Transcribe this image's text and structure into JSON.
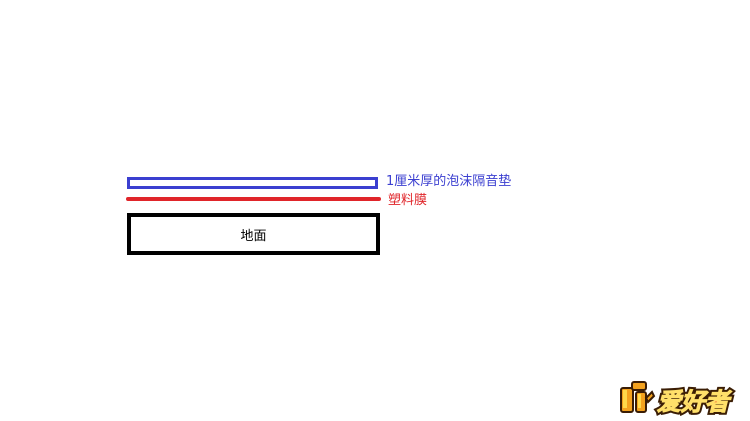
{
  "layers": {
    "foam": {
      "label": "1厘米厚的泡沫隔音垫",
      "color": "#3b3fd0"
    },
    "film": {
      "label": "塑料膜",
      "color": "#e0252a"
    },
    "ground": {
      "label": "地面",
      "color": "#000000"
    }
  },
  "logo": {
    "text": "爱好者",
    "icon": "wood-craft-logo-icon"
  }
}
